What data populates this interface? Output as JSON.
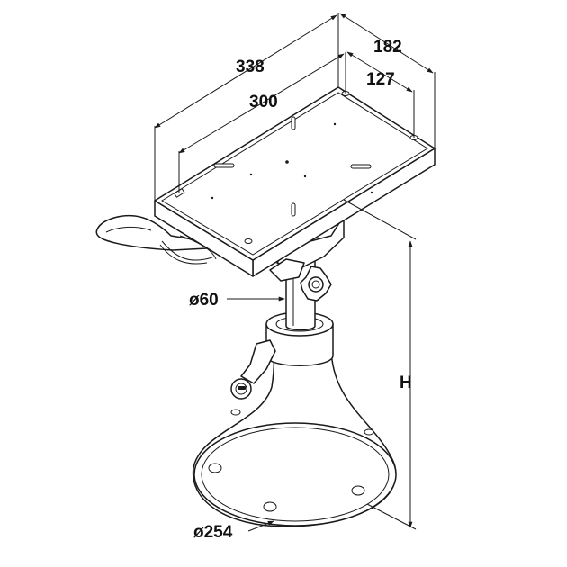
{
  "drawing": {
    "dimensions": {
      "plate_length_outer": "338",
      "plate_length_holes": "300",
      "plate_width_outer": "182",
      "plate_width_holes": "127",
      "column_diameter": "ø60",
      "base_diameter": "ø254",
      "height": "H"
    },
    "colors": {
      "line": "#1a1a1a",
      "background": "#ffffff"
    }
  }
}
